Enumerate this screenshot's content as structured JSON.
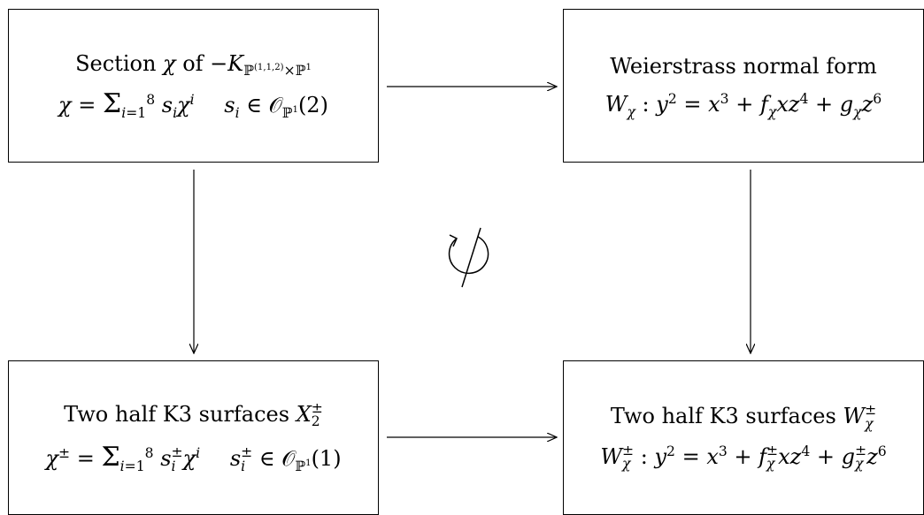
{
  "boxes": {
    "top_left": {
      "title": "Section",
      "title_sym": "χ",
      "title_of": "of"
    },
    "top_right": {
      "title": "Weierstrass normal form"
    },
    "bottom_left": {
      "title": "Two half K3 surfaces"
    },
    "bottom_right": {
      "title": "Two half K3 surfaces"
    }
  },
  "formulas": {
    "tl_line1": "Section χ of −K_{ℙ(1,1,2)×ℙ¹}",
    "tl_line2": "χ = Σ_{i=1}^{8} s_i χ^i   s_i ∈ 𝒪_{ℙ¹}(2)",
    "tr_line2": "W_χ : y² = x³ + f_χ x z⁴ + g_χ z⁶",
    "bl_line1": "Two half K3 surfaces X_2^±",
    "bl_line2": "χ^± = Σ_{i=1}^{8} s_i^± χ^i   s_i^± ∈ 𝒪_{ℙ¹}(1)",
    "br_line1": "Two half K3 surfaces W_χ^±",
    "br_line2": "W_χ^± : y² = x³ + f_χ^± x z⁴ + g_χ^± z⁶"
  },
  "center_symbol": "commuting-diagram-symbol"
}
